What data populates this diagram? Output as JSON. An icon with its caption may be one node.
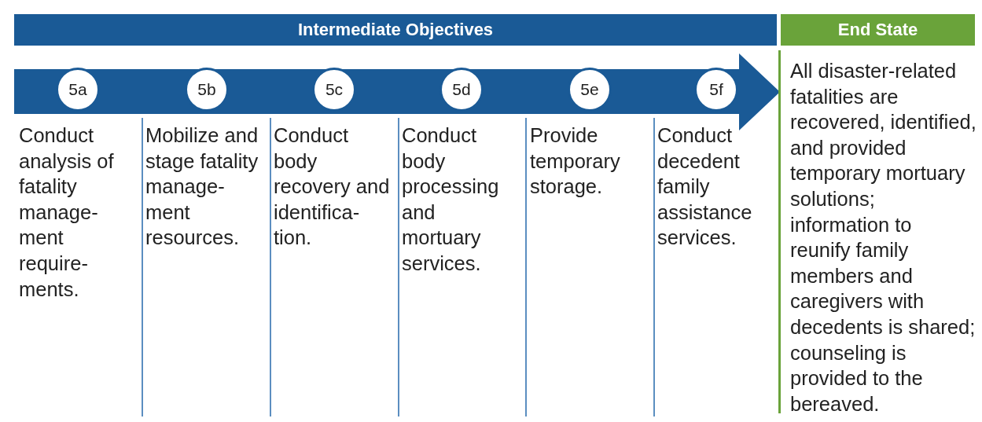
{
  "diagram": {
    "nodes": [
      {
        "text": [
          "Intermediate Objectives"
        ]
      },
      {
        "text": [],
        "shape": "arrow"
      },
      {
        "text": [
          "5a"
        ],
        "in": 1,
        "beside": [
          "Conduct analysis of fatality manage- ment require- ments."
        ]
      },
      {
        "text": [
          "5b"
        ],
        "in": 1,
        "beside": [
          "Mobilize and stage fatality manage- ment resources."
        ]
      },
      {
        "text": [
          "5c"
        ],
        "in": 1,
        "beside": [
          "Conduct body recovery and identifica- tion."
        ]
      },
      {
        "text": [
          "5d"
        ],
        "in": 1,
        "beside": [
          "Conduct body processing and mortuary services."
        ]
      },
      {
        "text": [
          "5e"
        ],
        "in": 1,
        "beside": [
          "Provide temporary storage."
        ]
      },
      {
        "text": [
          "5f"
        ],
        "in": 1,
        "beside": [
          "Conduct decedent family assistance services."
        ]
      },
      {
        "text": [
          "End State"
        ],
        "beside": [
          "All disaster-related fatalities are recovered, identified, and provided temporary mortuary solutions; information to reunify family members and caregivers with decedents is shared; counseling is provided to the bereaved."
        ]
      }
    ]
  }
}
